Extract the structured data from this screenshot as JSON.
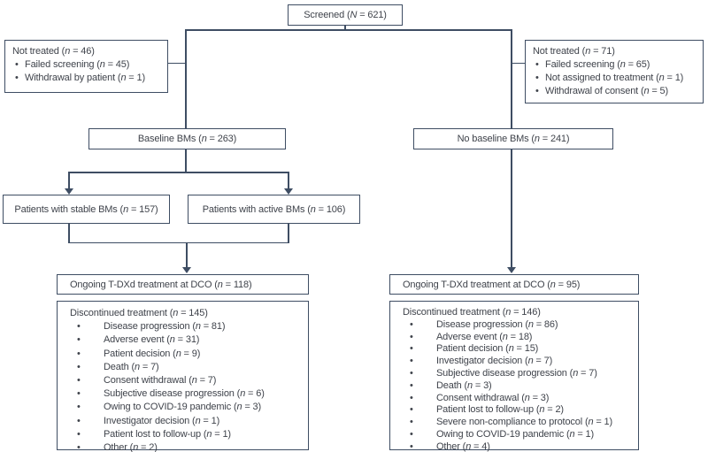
{
  "diagram": {
    "colors": {
      "line": "#3e4d63",
      "text": "#3f434b",
      "background": "#ffffff"
    },
    "boxes": {
      "screened": {
        "label": "Screened (N = 621)"
      },
      "not_treated_left": {
        "title": "Not treated (n = 46)",
        "items": [
          "Failed screening (n = 45)",
          "Withdrawal by patient (n = 1)"
        ]
      },
      "not_treated_right": {
        "title": "Not treated (n = 71)",
        "items": [
          "Failed screening (n = 65)",
          "Not assigned to treatment (n = 1)",
          "Withdrawal of consent (n = 5)"
        ]
      },
      "baseline_bms": {
        "label": "Baseline BMs (n = 263)"
      },
      "no_baseline_bms": {
        "label": "No baseline BMs (n = 241)"
      },
      "stable_bms": {
        "label": "Patients with stable BMs (n = 157)"
      },
      "active_bms": {
        "label": "Patients with active BMs (n = 106)"
      },
      "ongoing_left": {
        "label": "Ongoing T-DXd treatment at DCO (n = 118)"
      },
      "discontinued_left": {
        "title": "Discontinued treatment (n = 145)",
        "items": [
          "Disease progression (n = 81)",
          "Adverse event (n = 31)",
          "Patient decision (n = 9)",
          "Death (n = 7)",
          "Consent withdrawal (n = 7)",
          "Subjective disease progression (n = 6)",
          "Owing to COVID-19 pandemic (n = 3)",
          "Investigator decision (n = 1)",
          "Patient lost to follow-up (n = 1)",
          "Other (n = 2)"
        ]
      },
      "ongoing_right": {
        "label": "Ongoing T-DXd treatment at DCO (n = 95)"
      },
      "discontinued_right": {
        "title": "Discontinued treatment (n = 146)",
        "items": [
          "Disease progression (n = 86)",
          "Adverse event (n = 18)",
          "Patient decision (n = 15)",
          "Investigator decision (n = 7)",
          "Subjective disease progression (n = 7)",
          "Death (n = 3)",
          "Consent withdrawal (n = 3)",
          "Patient lost to follow-up (n = 2)",
          "Severe non-compliance to protocol (n = 1)",
          "Owing to COVID-19 pandemic (n = 1)",
          "Other (n = 4)"
        ]
      }
    }
  }
}
